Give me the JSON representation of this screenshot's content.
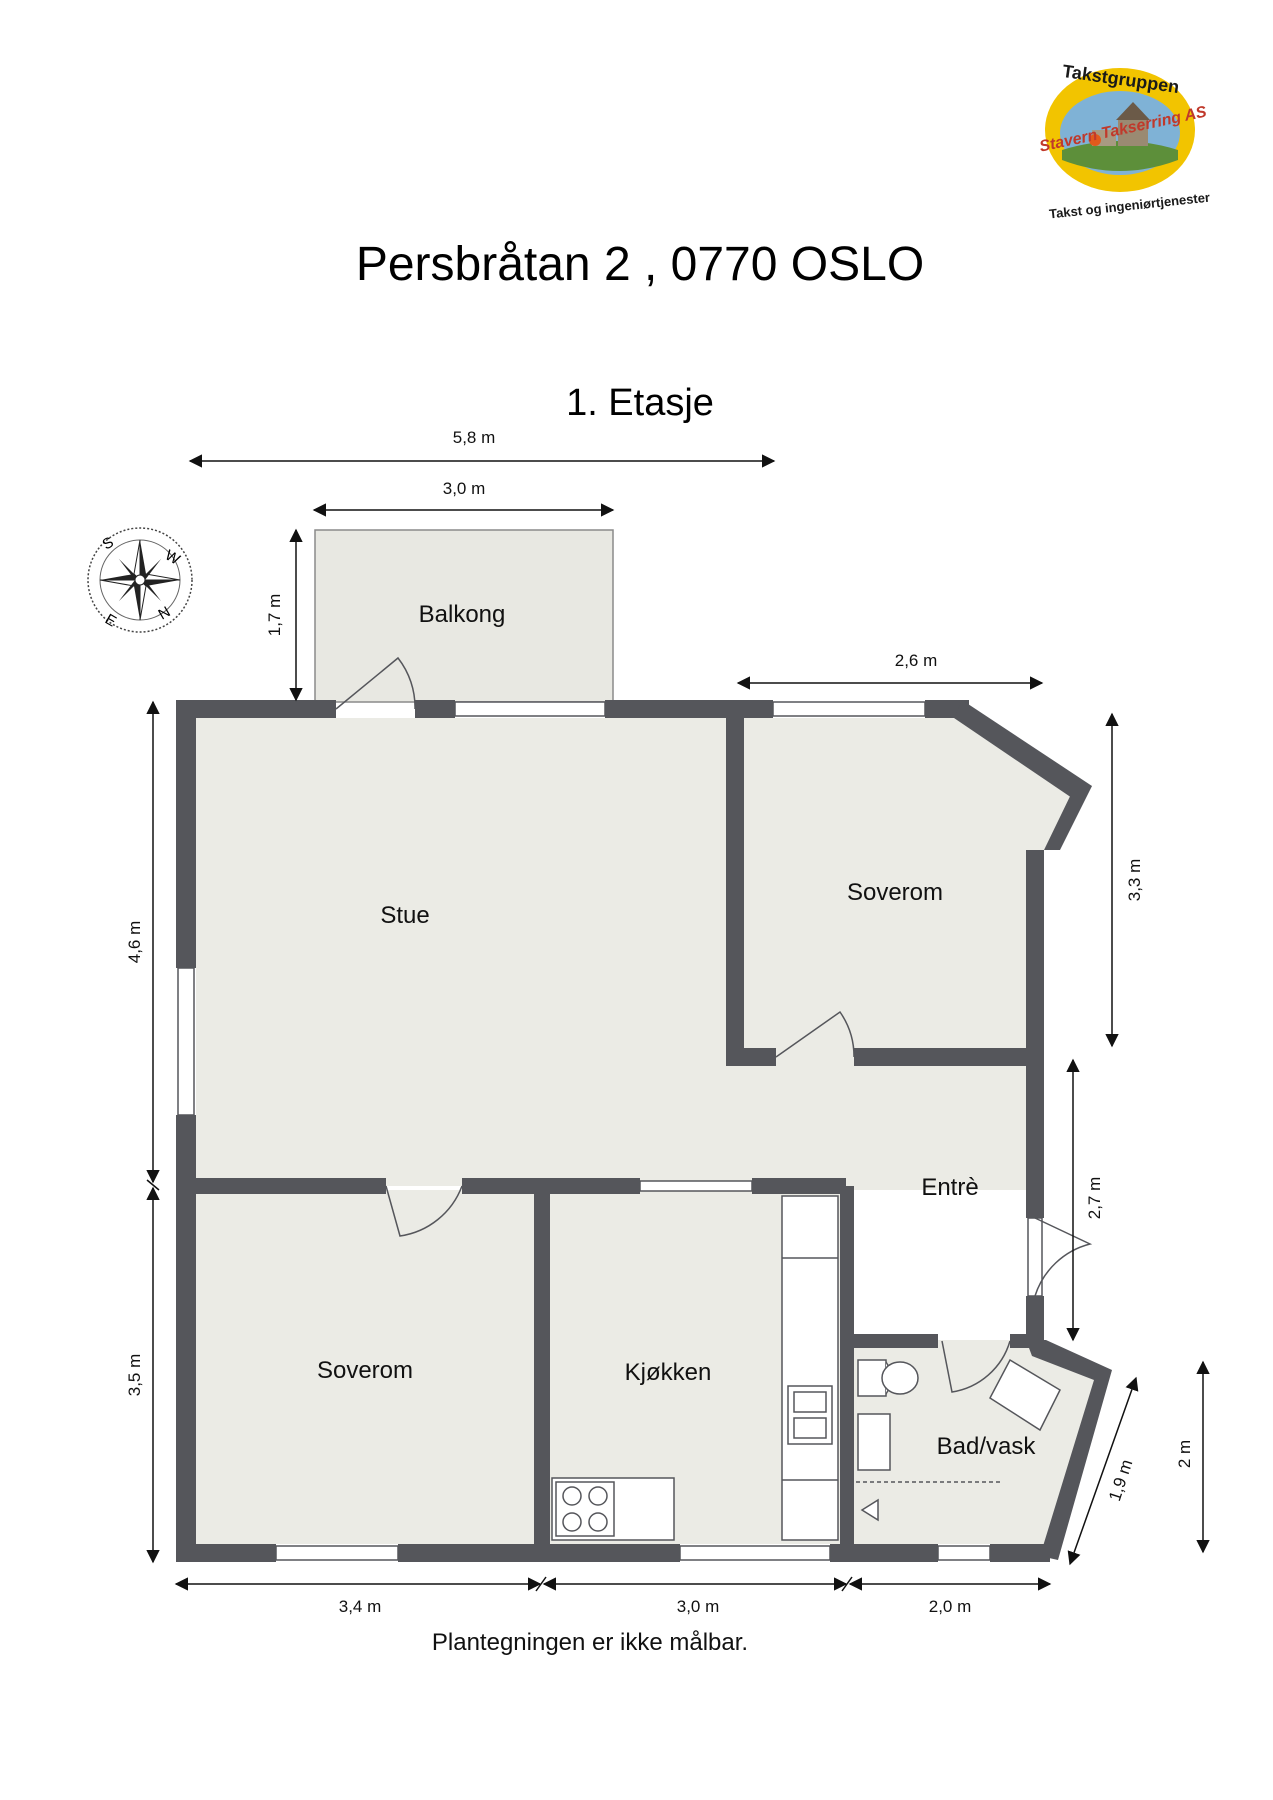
{
  "header": {
    "title": "Persbråtan 2 , 0770 OSLO",
    "floor": "1. Etasje"
  },
  "logo": {
    "top_text": "Takstgruppen",
    "mid_text": "Stavern Takserring AS",
    "bottom_text": "Takst og ingeniørtjenester",
    "colors": {
      "ring": "#f2c400",
      "text_red": "#c0392b",
      "text_dark": "#1a1a1a"
    }
  },
  "rooms": {
    "balcony": "Balkong",
    "living": "Stue",
    "bedroom_top": "Soverom",
    "entry": "Entrè",
    "bedroom_bottom": "Soverom",
    "kitchen": "Kjøkken",
    "bath": "Bad/vask"
  },
  "dimensions": {
    "top_total": "5,8 m",
    "balcony_width": "3,0 m",
    "balcony_depth": "1,7 m",
    "bedroom_top_width": "2,6 m",
    "bedroom_top_height": "3,3 m",
    "left_upper": "4,6 m",
    "left_lower": "3,5 m",
    "entry_height": "2,7 m",
    "bath_diag": "1,9 m",
    "bath_height": "2 m",
    "bottom_1": "3,4 m",
    "bottom_2": "3,0 m",
    "bottom_3": "2,0 m"
  },
  "compass": {
    "letters": [
      "S",
      "W",
      "N",
      "E"
    ]
  },
  "footer_note": "Plantegningen er ikke målbar.",
  "colors": {
    "wall": "#55565b",
    "floor": "#ebebe5",
    "balcony": "#e8e8e2",
    "window": "#ffffff"
  }
}
